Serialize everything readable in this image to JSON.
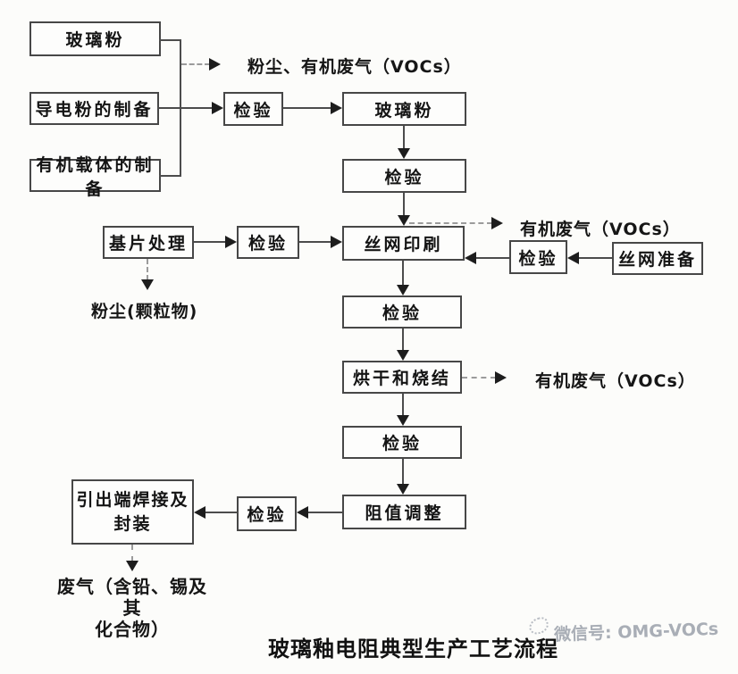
{
  "diagram": {
    "title": "玻璃釉电阻典型生产工艺流程",
    "watermark": "微信号: OMG-VOCs",
    "nodes": {
      "glass_powder_top": "玻璃粉",
      "conductive_powder_prep": "导电粉的制备",
      "organic_carrier_prep": "有机载体的制备",
      "inspection": "检验",
      "glass_paste": "玻璃粉",
      "substrate_treatment": "基片处理",
      "screen_printing": "丝网印刷",
      "screen_preparation": "丝网准备",
      "drying_sintering": "烘干和烧结",
      "resistance_adjustment": "阻值调整",
      "lead_welding_line1": "引出端焊接及",
      "lead_welding_line2": "封装"
    },
    "emissions": {
      "dust_organic_vocs": "粉尘、有机废气（VOCs）",
      "organic_vocs_top": "有机废气（VOCs）",
      "dust_particulates": "粉尘(颗粒物)",
      "organic_vocs_mid": "有机废气（VOCs）",
      "lead_tin_waste_line1": "废气（含铅、锡及其",
      "lead_tin_waste_line2": "化合物）"
    }
  }
}
